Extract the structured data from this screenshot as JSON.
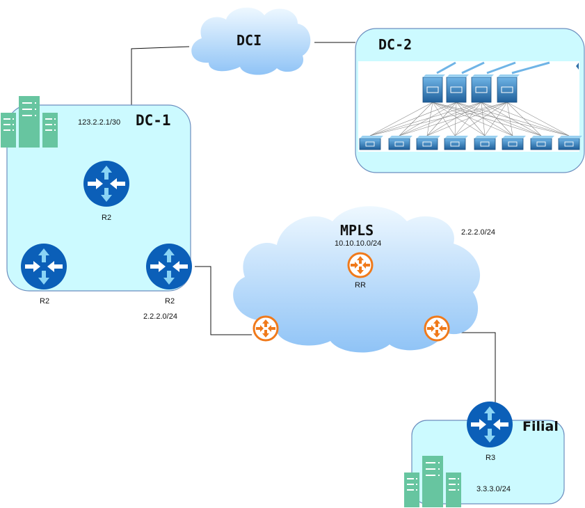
{
  "zones": {
    "dc1": {
      "title": "DC-1",
      "subnet": "123.2.2.1/30"
    },
    "dc2": {
      "title": "DC-2"
    },
    "dci": {
      "title": "DCI"
    },
    "mpls": {
      "title": "MPLS",
      "subnet": "10.10.10.0/24",
      "subnet_right": "2.2.2.0/24"
    },
    "filial": {
      "title": "Filial",
      "subnet": "3.3.3.0/24"
    }
  },
  "routers": {
    "dc1_top": {
      "label": "R2"
    },
    "dc1_left": {
      "label": "R2"
    },
    "dc1_right": {
      "label": "R2",
      "subnet": "2.2.2.0/24"
    },
    "rr": {
      "label": "RR"
    },
    "filial": {
      "label": "R3"
    }
  },
  "colors": {
    "zone_fill": "#ccfaff",
    "zone_stroke": "#6c8ebf",
    "router_blue": "#0b5fb8",
    "router_orange": "#f07a1b",
    "server_green": "#67c5a0",
    "switch_blue": "#2d6fa8"
  },
  "icons": {
    "core_router": "router-icon",
    "pe_router": "orange-router-icon",
    "server": "server-rack-icon",
    "switch": "acl-switch-icon"
  }
}
